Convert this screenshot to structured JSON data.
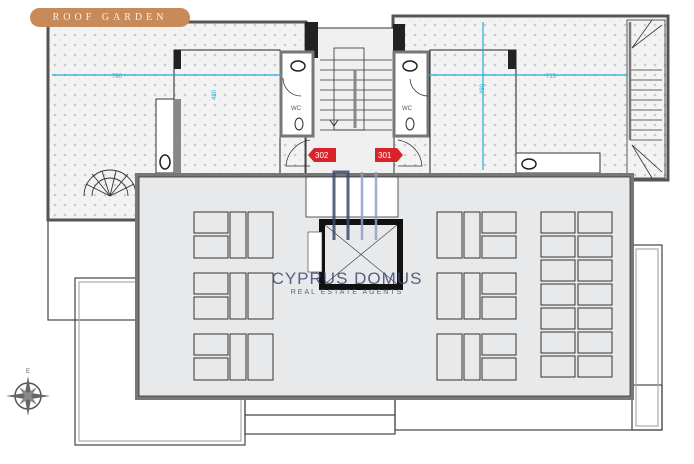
{
  "title": "ROOF GARDEN",
  "rooms": {
    "left_wc": "WC",
    "right_wc": "WC"
  },
  "dimensions": {
    "left_width": "780",
    "left_depth": "480",
    "right_width": "715",
    "right_depth": "480"
  },
  "unit_tags": {
    "left": "302",
    "right": "301"
  },
  "compass": {
    "label": "E"
  },
  "watermark": {
    "brand": "CYPRUS DOMUS",
    "tagline": "REAL ESTATE AGENTS"
  },
  "colors": {
    "badge": "#c98a5a",
    "tag": "#d8232a",
    "dimension": "#1fb0d8",
    "slab": "#e8e9eb"
  }
}
